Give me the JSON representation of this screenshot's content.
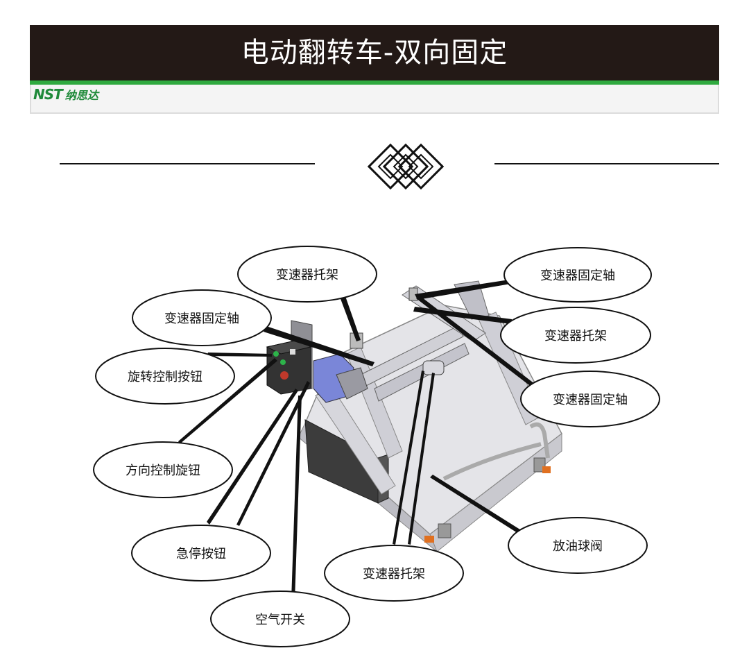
{
  "header": {
    "title": "电动翻转车-双向固定"
  },
  "brand": {
    "logo_latin": "NST",
    "logo_chinese": "纳思达",
    "color": "#1f8a3a"
  },
  "colors": {
    "header_bg": "#231916",
    "accent_green": "#2fa93f"
  },
  "ornament": {
    "icon": "interlocking-diamonds-icon"
  },
  "callouts": {
    "speed_reducer_bracket_top": "变速器托架",
    "reducer_fixed_shaft_top_right": "变速器固定轴",
    "reducer_fixed_shaft_left": "变速器固定轴",
    "reducer_bracket_right": "变速器托架",
    "rotation_control_button": "旋转控制按钮",
    "reducer_fixed_shaft_right": "变速器固定轴",
    "direction_control_knob": "方向控制旋钮",
    "oil_drain_ball_valve": "放油球阀",
    "emergency_stop_button": "急停按钮",
    "reducer_bracket_bottom": "变速器托架",
    "air_switch": "空气开关"
  }
}
